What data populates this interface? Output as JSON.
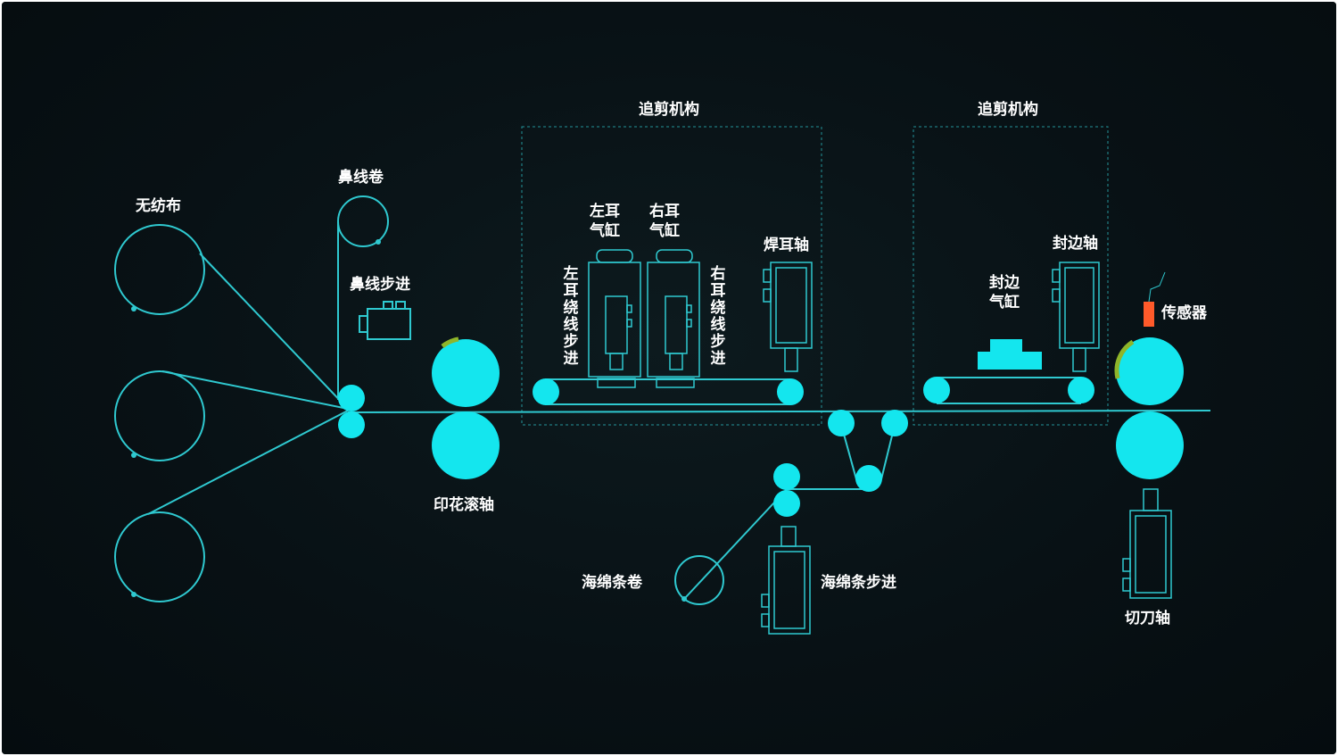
{
  "diagram": {
    "colors": {
      "background": "#071014",
      "line": "#2fc9d0",
      "roller": "#14e6ee",
      "accent_arc": "#8fb52a",
      "sensor": "#ff5a2a",
      "label": "#ffffff"
    },
    "labels": {
      "nonwoven": "无纺布",
      "nose_wire_roll": "鼻线卷",
      "nose_wire_step": "鼻线步进",
      "printing_roller": "印花滚轴",
      "chase_cut_1": "追剪机构",
      "chase_cut_2": "追剪机构",
      "left_ear_cylinder": "左耳气缸",
      "right_ear_cylinder": "右耳气缸",
      "left_ear_wire_step": "左耳绕线步进",
      "right_ear_wire_step": "右耳绕线步进",
      "ear_weld_axis": "焊耳轴",
      "edge_seal_axis": "封边轴",
      "edge_seal_cylinder": "封边气缸",
      "sensor": "传感器",
      "sponge_roll": "海绵条卷",
      "sponge_step": "海绵条步进",
      "cutter_axis": "切刀轴"
    }
  }
}
